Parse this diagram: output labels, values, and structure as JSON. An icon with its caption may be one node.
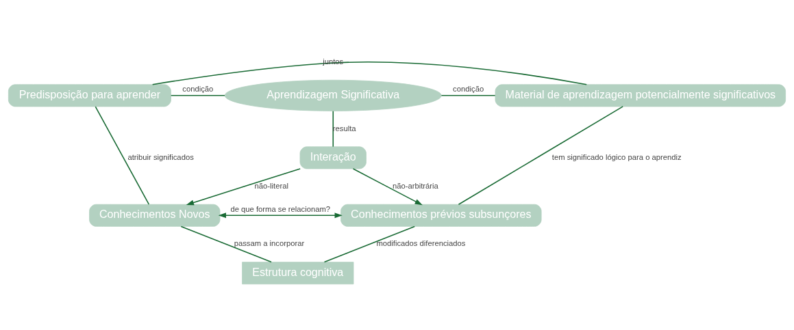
{
  "diagram": {
    "nodes": [
      {
        "text": [
          "Predisposição para aprender"
        ]
      },
      {
        "text": [
          "Aprendizagem Significativa"
        ]
      },
      {
        "text": [
          "Material de aprendizagem potencialmente significativos"
        ]
      },
      {
        "text": [
          "Interação"
        ]
      },
      {
        "text": [
          "Conhecimentos Novos"
        ]
      },
      {
        "text": [
          "Conhecimentos prévios subsunçores"
        ]
      },
      {
        "text": [
          "Estrutura cognitiva"
        ]
      }
    ],
    "edges": [
      {
        "from": 0,
        "to": 2,
        "arrow": "none",
        "label": "juntos"
      },
      {
        "from": 0,
        "to": 1,
        "arrow": "none",
        "label": "condição"
      },
      {
        "from": 2,
        "to": 1,
        "arrow": "none",
        "label": "condição"
      },
      {
        "from": 0,
        "to": 4,
        "arrow": "none",
        "label": "atribuir significados"
      },
      {
        "from": 2,
        "to": 5,
        "arrow": "none",
        "label": "tem significado lógico para o aprendiz"
      },
      {
        "from": 1,
        "to": 3,
        "arrow": "none",
        "label": "resulta"
      },
      {
        "from": 3,
        "to": 4,
        "arrow": "to",
        "label": "não-literal"
      },
      {
        "from": 3,
        "to": 5,
        "arrow": "to",
        "label": "não-arbitrária"
      },
      {
        "from": 4,
        "to": 5,
        "arrow": "both",
        "label": "de que forma se relacionam?"
      },
      {
        "from": 4,
        "to": 6,
        "arrow": "none",
        "label": "passam a incorporar"
      },
      {
        "from": 5,
        "to": 6,
        "arrow": "none",
        "label": "modificados diferenciados"
      }
    ]
  }
}
